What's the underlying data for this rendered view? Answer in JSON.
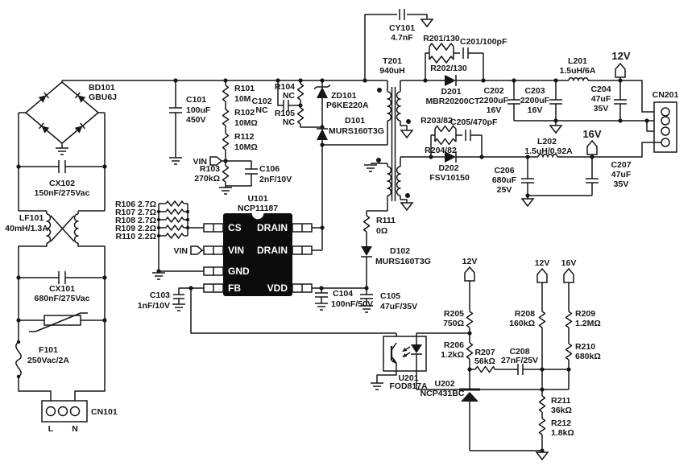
{
  "figure": {
    "kind": "power-supply circuit schematic",
    "ink_color": "#161616",
    "background": "#ffffff"
  },
  "labels": {
    "bd101": "BD101",
    "bd101_part": "GBU6J",
    "cx102": "CX102",
    "cx102_val": "150nF/275Vac",
    "lf101": "LF101",
    "lf101_val": "40mH/1.3A",
    "cx101": "CX101",
    "cx101_val": "680nF/275Vac",
    "f101": "F101",
    "f101_val": "250Vac/2A",
    "cn101": "CN101",
    "line": "L",
    "neutral": "N",
    "c101": "C101",
    "c101_v1": "100uF",
    "c101_v2": "450V",
    "r101": "R101",
    "r101_val": "10M",
    "r102": "R102",
    "r102_val": "10MΩ",
    "r112": "R112",
    "r112_val": "10MΩ",
    "vin": "VIN",
    "r103": "R103",
    "r103_val": "270kΩ",
    "c106": "C106",
    "c106_val": "2nF/10V",
    "c102": "C102",
    "c102_val": "NC",
    "r104": "R104",
    "r104_val": "NC",
    "r105": "R105",
    "r105_val": "NC",
    "zd101": "ZD101",
    "zd101_part": "P6KE220A",
    "d101": "D101",
    "d101_part": "MURS160T3G",
    "t201": "T201",
    "t201_val": "940uH",
    "cy101": "CY101",
    "cy101_val": "4.7nF",
    "u101": "U101",
    "u101_part": "NCP11187",
    "pin_cs": "CS",
    "pin_vin": "VIN",
    "pin_gnd": "GND",
    "pin_fb": "FB",
    "pin_drain": "DRAIN",
    "pin_vdd": "VDD",
    "r106": "R106 2.7Ω",
    "r107": "R107 2.7Ω",
    "r108": "R108 2.7Ω",
    "r109": "R109 2.2Ω",
    "r110": "R110 2.2Ω",
    "c103": "C103",
    "c103_val": "1nF/10V",
    "c104": "C104",
    "c104_val": "100nF/50V",
    "c105": "C105",
    "c105_val": "47uF/35V",
    "r111": "R111",
    "r111_val": "0Ω",
    "d102": "D102",
    "d102_part": "MURS160T3G",
    "r201": "R201/130",
    "r202": "R202/130",
    "c201": "C201/100pF",
    "d201": "D201",
    "d201_part": "MBR20200CT",
    "c202": "C202",
    "c202_v1": "2200uF",
    "c202_v2": "16V",
    "c203": "C203",
    "c203_v1": "2200uF",
    "c203_v2": "16V",
    "l201": "L201",
    "l201_val": "1.5uH/6A",
    "c204": "C204",
    "c204_v1": "47uF",
    "c204_v2": "35V",
    "v12": "12V",
    "v16": "16V",
    "cn201": "CN201",
    "r203": "R203/82",
    "r204": "R204/82",
    "c205": "C205/470pF",
    "d202": "D202",
    "d202_part": "FSV10150",
    "l202": "L202",
    "l202_val": "1.5uH/0.92A",
    "c206": "C206",
    "c206_v1": "680uF",
    "c206_v2": "25V",
    "c207": "C207",
    "c207_v1": "47uF",
    "c207_v2": "35V",
    "r205": "R205",
    "r205_val": "750Ω",
    "r206": "R206",
    "r206_val": "1.2kΩ",
    "r207": "R207",
    "r207_val": "56kΩ",
    "c208": "C208",
    "c208_val": "27nF/25V",
    "r208": "R208",
    "r208_val": "160kΩ",
    "r209": "R209",
    "r209_val": "1.2MΩ",
    "r210": "R210",
    "r210_val": "680kΩ",
    "r211": "R211",
    "r211_val": "36kΩ",
    "r212": "R212",
    "r212_val": "1.8kΩ",
    "u201": "U201",
    "u201_part": "FOD817A",
    "u202": "U202",
    "u202_part": "NCP431BC"
  }
}
